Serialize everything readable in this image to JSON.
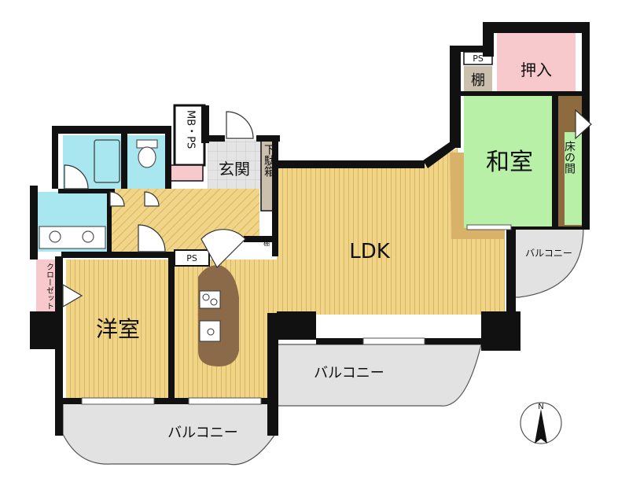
{
  "rooms": {
    "ldk": "LDK",
    "washitsu": "和室",
    "youshitsu": "洋室",
    "genkan": "玄関",
    "getabako": "下駄箱",
    "oshiire": "押入",
    "tana": "棚",
    "tokonoma": "床の間",
    "closet": "クローゼット",
    "mbps": "MB・PS",
    "ps_top": "PS",
    "ps_kitchen": "PS",
    "tana_small": "棚"
  },
  "balconies": {
    "south_main": "バルコニー",
    "southwest": "バルコニー",
    "east": "バルコニー"
  },
  "compass": {
    "north_label": "N"
  },
  "colors": {
    "wood_floor": "#f0d488",
    "wood_line": "#d9b55c",
    "tatami": "#b8f0a8",
    "pink_storage": "#f7c8cc",
    "water_room": "#a8e6f0",
    "tile_floor": "#e4e4e4",
    "balcony": "#e2e2e2",
    "wall": "#111111",
    "kitchen_counter": "#8b6a4a",
    "shelf": "#cbbfae"
  }
}
